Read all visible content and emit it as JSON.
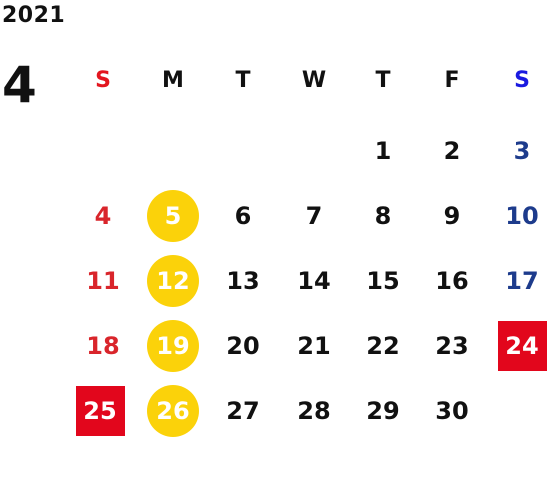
{
  "calendar": {
    "year": "2021",
    "month": "4",
    "weekdays": [
      "S",
      "M",
      "T",
      "W",
      "T",
      "F",
      "S"
    ],
    "weeks": [
      [
        "",
        "",
        "",
        "",
        "1",
        "2",
        "3"
      ],
      [
        "4",
        "5",
        "6",
        "7",
        "8",
        "9",
        "10"
      ],
      [
        "11",
        "12",
        "13",
        "14",
        "15",
        "16",
        "17"
      ],
      [
        "18",
        "19",
        "20",
        "21",
        "22",
        "23",
        "24"
      ],
      [
        "25",
        "26",
        "27",
        "28",
        "29",
        "30",
        ""
      ]
    ],
    "colors": {
      "sunday": "#d9252b",
      "saturday": "#1d3b8c",
      "saturday_header": "#1a1ae0",
      "highlight_circle": "#fbd20a",
      "highlight_square": "#e2061c",
      "text": "#111111"
    }
  }
}
